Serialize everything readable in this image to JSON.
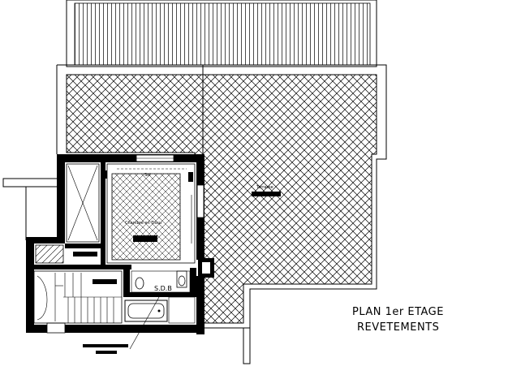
{
  "title": {
    "line1": "PLAN 1er ETAGE",
    "line2": "REVETEMENTS"
  },
  "rooms": {
    "terrace": "Terrasse",
    "bedroom": "Chambre en Tissu",
    "bedroom_top": "Sol",
    "bathroom": "S.D.B"
  },
  "colors": {
    "line": "#000000",
    "background": "#ffffff"
  }
}
